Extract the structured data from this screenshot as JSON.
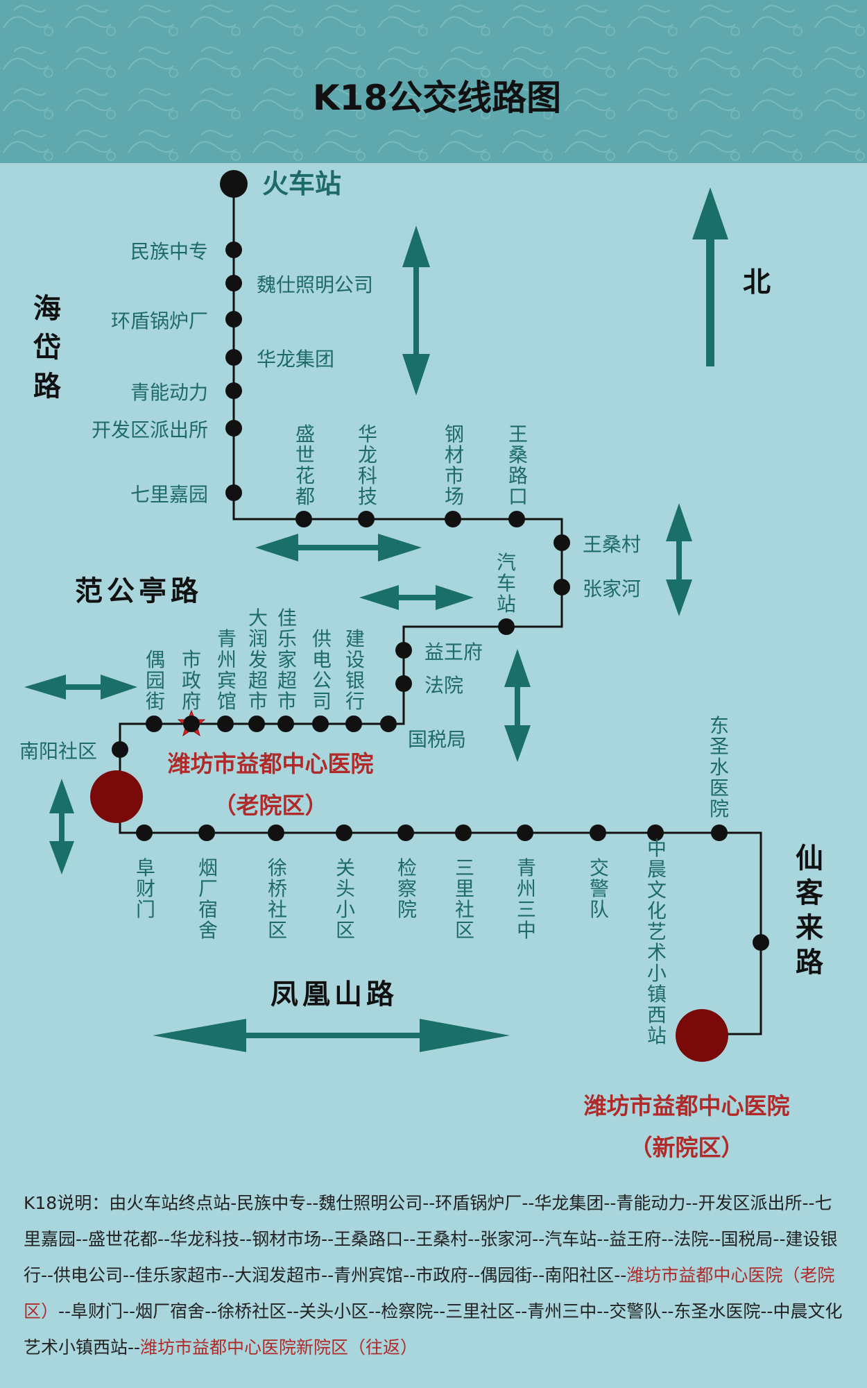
{
  "title": "K18公交线路图",
  "north_label": "北",
  "roads": {
    "haidai": "海岱路",
    "fangongting": "范公亭路",
    "fenghuangshan": "凤凰山路",
    "xiankelai": "仙客来路"
  },
  "terminals": {
    "start": "火车站",
    "old_hospital_name": "潍坊市益都中心医院",
    "old_hospital_campus": "（老院区）",
    "new_hospital_name": "潍坊市益都中心医院",
    "new_hospital_campus": "（新院区）"
  },
  "stops": [
    "民族中专",
    "魏仕照明公司",
    "环盾锅炉厂",
    "华龙集团",
    "青能动力",
    "开发区派出所",
    "七里嘉园",
    "盛世花都",
    "华龙科技",
    "钢材市场",
    "王桑路口",
    "王桑村",
    "张家河",
    "汽车站",
    "益王府",
    "法院",
    "国税局",
    "建设银行",
    "供电公司",
    "佳乐家超市",
    "大润发超市",
    "青州宾馆",
    "市政府",
    "偶园街",
    "南阳社区",
    "阜财门",
    "烟厂宿舍",
    "徐桥社区",
    "关头小区",
    "检察院",
    "三里社区",
    "青州三中",
    "交警队",
    "东圣水医院",
    "中晨文化艺术小镇西站"
  ],
  "description": {
    "prefix": "K18说明：由火车站终点站-民族中专--魏仕照明公司--环盾锅炉厂--华龙集团--青能动力--开发区派出所--七里嘉园--盛世花都--华龙科技--钢材市场--王桑路口--王桑村--张家河--汽车站--益王府--法院--国税局--建设银行--供电公司--佳乐家超市--大润发超市--青州宾馆--市政府--偶园街--南阳社区--",
    "old_hospital": "潍坊市益都中心医院（老院区）",
    "middle": "--阜财门--烟厂宿舍--徐桥社区--关头小区--检察院--三里社区--青州三中--交警队--东圣水医院--中晨文化艺术小镇西站--",
    "new_hospital": "潍坊市益都中心医院新院区（往返）"
  },
  "colors": {
    "background": "#a8d6dc",
    "header": "#5fa8ae",
    "stop_text": "#1e6a6a",
    "arrow": "#1a6f68",
    "hospital": "#7a0a0a",
    "hospital_text": "#b12a2a",
    "star": "#e02020"
  }
}
